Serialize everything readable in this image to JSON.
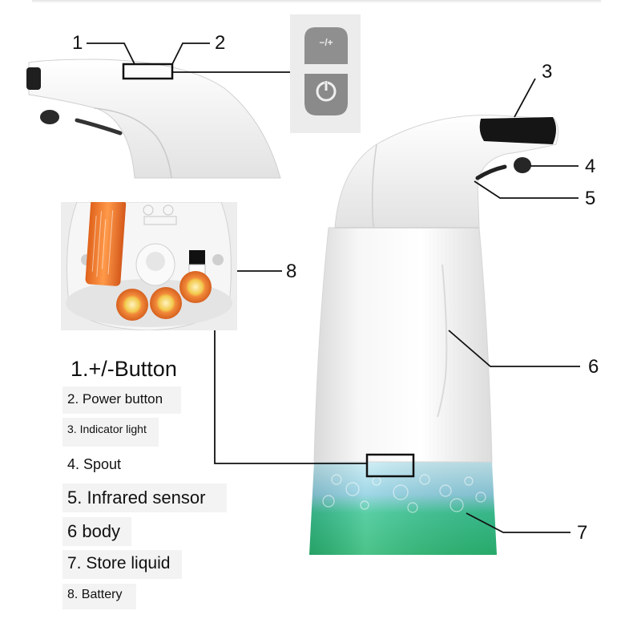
{
  "callouts": {
    "n1": "1",
    "n2": "2",
    "n3": "3",
    "n4": "4",
    "n5": "5",
    "n6": "6",
    "n7": "7",
    "n8": "8"
  },
  "legend": [
    "1.+/-Button",
    "2. Power button",
    "3. Indicator light",
    "4. Spout",
    "5. Infrared sensor",
    "6 body",
    "7. Store liquid",
    "8. Battery"
  ],
  "button_panel": {
    "plus_minus_symbol": "−/+"
  },
  "colors": {
    "body_white": "#f4f4f4",
    "liquid_green": "#2ec27a",
    "liquid_blue": "#9fd6e8",
    "battery_orange": "#f07a2a",
    "button_grey": "#8a8a8a"
  }
}
